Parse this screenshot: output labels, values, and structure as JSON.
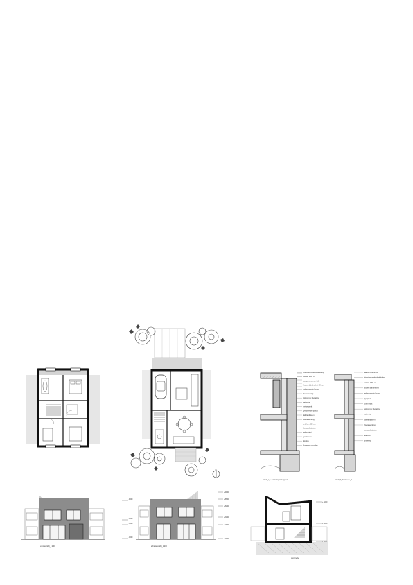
{
  "drawings": {
    "detail_a_caption": "detail_a_+ maaiveld_achtergevel",
    "detail_b_caption": "detail_b_doorsnede_A-A",
    "front_elevation_caption": "vooraanzicht_1:200",
    "rear_elevation_caption": "achteraanzicht_1:200",
    "section_caption": "doorsnede",
    "north_arrow": "N"
  },
  "detail_a_labels": [
    "bitumineuze dakbedekking",
    "isolatie 120 mm",
    "dampremmende folie",
    "houten dakbeschot 18 mm",
    "gelamineerde ligger",
    "houten kozijn",
    "isolerende beglazing",
    "waterslag",
    "metselwerk",
    "geïsoleerde spouw",
    "kalkzandsteen",
    "vloerafwerking",
    "dekvloer 60 mm",
    "kanaalplaatvloer",
    "stalen latei",
    "gevelsteen",
    "kimblok",
    "fundering op palen"
  ],
  "detail_b_labels": [
    "daktrim aluminium",
    "bitumineuze dakbedekking",
    "isolatie 120 mm",
    "houten dakbeschot",
    "gelamineerde ligger",
    "gipsplaat",
    "kozijn hout",
    "isolerende beglazing",
    "waterslag",
    "kalkzandsteen",
    "vloerafwerking",
    "kanaalplaatvloer",
    "dekvloer",
    "fundering"
  ],
  "front_levels": [
    "+ 9000",
    "+ 6000",
    "+ 3000",
    "+ 0000"
  ],
  "rear_levels": [
    "+ 9000",
    "+ 8500",
    "+ 6000",
    "+ 3000",
    "+ 2800",
    "+ 0000"
  ],
  "section_levels": [
    "+ 6000",
    "+ 3000",
    "+ 0000"
  ]
}
